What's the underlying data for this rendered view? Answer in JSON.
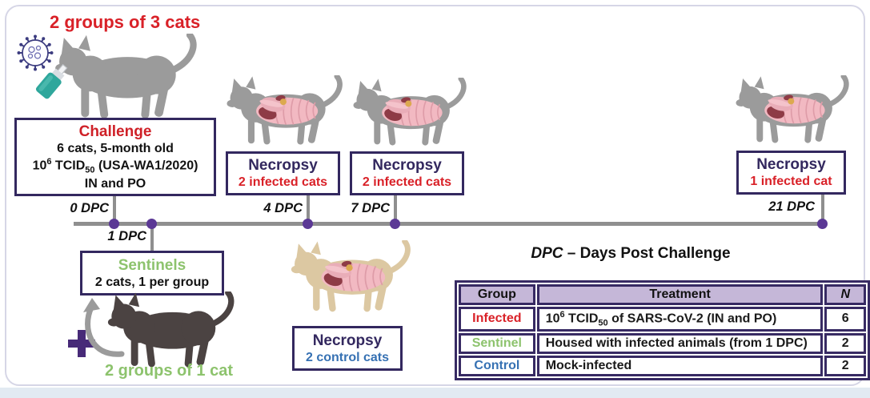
{
  "header_label": "2 groups of 3 cats",
  "challenge": {
    "title": "Challenge",
    "line1": "6 cats, 5-month old",
    "dose": {
      "base": "10",
      "sup": "6",
      "mid": " TCID",
      "sub": "50",
      "rest": " (USA-WA1/2020)"
    },
    "line3": "IN and PO"
  },
  "timeline": {
    "ticks": [
      {
        "label": "0 DPC"
      },
      {
        "label": "1 DPC"
      },
      {
        "label": "4 DPC"
      },
      {
        "label": "7 DPC"
      },
      {
        "label": "21 DPC"
      }
    ]
  },
  "necropsy4": {
    "title": "Necropsy",
    "subtitle": "2 infected cats"
  },
  "necropsy7": {
    "title": "Necropsy",
    "subtitle": "2 infected cats"
  },
  "necropsy21": {
    "title": "Necropsy",
    "subtitle": "1 infected cat"
  },
  "sentinels": {
    "title": "Sentinels",
    "subtitle": "2 cats, 1 per group",
    "label": "2 groups of 1 cat"
  },
  "control": {
    "title": "Necropsy",
    "subtitle": "2 control cats"
  },
  "legend": {
    "abbr": "DPC",
    "rest": " – Days Post Challenge"
  },
  "table": {
    "headers": [
      "Group",
      "Treatment",
      "N"
    ],
    "rows": [
      {
        "group": "Infected",
        "dose": {
          "base": "10",
          "sup": "6",
          "mid": " TCID",
          "sub": "50",
          "rest": " of SARS-CoV-2 (IN and PO)"
        },
        "n": "6"
      },
      {
        "group": "Sentinel",
        "treatment": "Housed with infected animals (from 1 DPC)",
        "n": "2"
      },
      {
        "group": "Control",
        "treatment": "Mock-infected",
        "n": "2"
      }
    ]
  },
  "icons": {
    "virus": "coronavirus-icon",
    "syringe": "syringe-icon",
    "plus": "plus-icon",
    "arrow": "curved-arrow-icon",
    "cats": [
      "challenge-cat",
      "necropsy-cat-4dpc",
      "necropsy-cat-7dpc",
      "necropsy-cat-21dpc",
      "control-cat",
      "sentinel-cat"
    ]
  },
  "colors": {
    "accent_purple": "#33285f",
    "red": "#d92128",
    "green": "#8dc36d",
    "blue": "#3671b3",
    "timeline_gray": "#8f8f8f",
    "dot_purple": "#5b3895",
    "table_header_bg": "#c5b7d8",
    "cat_gray": "#9b9b9b",
    "cat_beige": "#dcc8a2",
    "cat_dark": "#4b4342",
    "syringe_teal": "#2fa79c"
  }
}
